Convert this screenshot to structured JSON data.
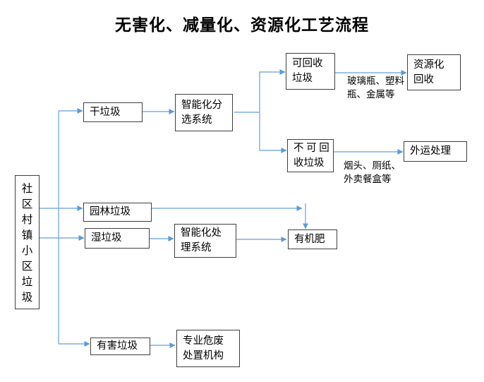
{
  "title": "无害化、减量化、资源化工艺流程",
  "colors": {
    "connector": "#7EAEE0",
    "arrowhead": "#5B9BD5",
    "box_border": "#3F3F3F",
    "text": "#000000",
    "background": "#FFFFFF"
  },
  "nodes": {
    "source": {
      "label": "社\n区\n村\n镇\n小\n区\n垃\n圾"
    },
    "dry_waste": {
      "label": "干垃圾"
    },
    "sorting_system": {
      "label": "智能化分\n选系统"
    },
    "recyclable": {
      "label": "可回收\n垃圾"
    },
    "resource_recovery": {
      "label": "资源化\n回收"
    },
    "non_recyclable": {
      "label": "不 可 回\n收垃圾"
    },
    "outbound_disposal": {
      "label": "外运处理"
    },
    "garden_waste": {
      "label": "园林垃圾"
    },
    "wet_waste": {
      "label": "湿垃圾"
    },
    "processing_system": {
      "label": "智能化处\n理系统"
    },
    "organic_fertilizer": {
      "label": "有机肥"
    },
    "hazardous_waste": {
      "label": "有害垃圾"
    },
    "disposal_agency": {
      "label": "专业危废\n处置机构"
    }
  },
  "edge_labels": {
    "recyclable_examples": "玻璃瓶、塑料\n瓶、金属等",
    "non_recyclable_examples": "烟头、厕纸、\n外卖餐盒等"
  }
}
